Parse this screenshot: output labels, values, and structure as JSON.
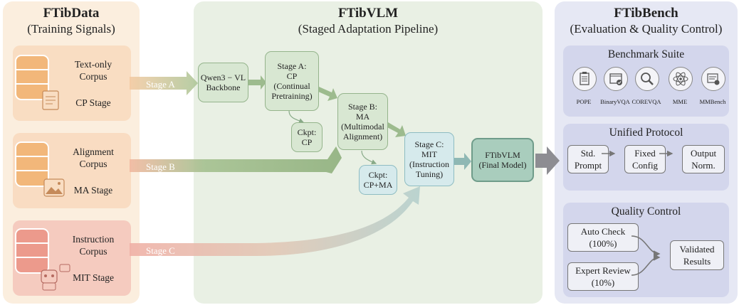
{
  "colors": {
    "data_panel": "#fbeede",
    "vlm_panel": "#e9f0e4",
    "bench_panel": "#e6e8f4",
    "stage_green": "#d8e7d2",
    "final": "#a9cdbd"
  },
  "data_panel": {
    "title": "FTibData",
    "subtitle": "(Training Signals)",
    "sources": [
      {
        "name_line1": "Text-only",
        "name_line2": "Corpus",
        "stage": "CP Stage",
        "icon": "document-icon"
      },
      {
        "name_line1": "Alignment",
        "name_line2": "Corpus",
        "stage": "MA Stage",
        "icon": "image-icon"
      },
      {
        "name_line1": "Instruction",
        "name_line2": "Corpus",
        "stage": "MIT Stage",
        "icon": "robot-icon"
      }
    ]
  },
  "vlm_panel": {
    "title": "FTibVLM",
    "subtitle": "(Staged Adaptation Pipeline)",
    "flow_labels": [
      "Stage A",
      "Stage B",
      "Stage C"
    ],
    "backbone": {
      "line1": "Qwen3 − VL",
      "line2": "Backbone"
    },
    "stage_a": {
      "line1": "Stage A:",
      "line2": "CP",
      "line3": "(Continual",
      "line4": "Pretraining)"
    },
    "stage_b": {
      "line1": "Stage B:",
      "line2": "MA",
      "line3": "(Multimodal",
      "line4": "Alignment)"
    },
    "stage_c": {
      "line1": "Stage C:",
      "line2": "MIT",
      "line3": "(Instruction",
      "line4": "Tuning)"
    },
    "ckpt_cp": {
      "line1": "Ckpt:",
      "line2": "CP"
    },
    "ckpt_cpma": {
      "line1": "Ckpt:",
      "line2": "CP+MA"
    },
    "final": {
      "line1": "FTibVLM",
      "line2": "(Final Model)"
    }
  },
  "bench_panel": {
    "title": "FTibBench",
    "subtitle": "(Evaluation & Quality Control)",
    "suite": {
      "title": "Benchmark Suite",
      "items": [
        {
          "label": "POPE",
          "icon": "clipboard-icon"
        },
        {
          "label": "BinaryVQA",
          "icon": "check-window-icon"
        },
        {
          "label": "COREVQA",
          "icon": "magnifier-icon"
        },
        {
          "label": "MME",
          "icon": "atom-icon"
        },
        {
          "label": "MMBench",
          "icon": "chart-icon"
        }
      ]
    },
    "protocol": {
      "title": "Unified Protocol",
      "steps": [
        {
          "line1": "Std.",
          "line2": "Prompt"
        },
        {
          "line1": "Fixed",
          "line2": "Config"
        },
        {
          "line1": "Output",
          "line2": "Norm."
        }
      ]
    },
    "qc": {
      "title": "Quality Control",
      "auto": {
        "line1": "Auto Check",
        "line2": "(100%)"
      },
      "expert": {
        "line1": "Expert Review",
        "line2": "(10%)"
      },
      "result": {
        "line1": "Validated",
        "line2": "Results"
      }
    }
  }
}
